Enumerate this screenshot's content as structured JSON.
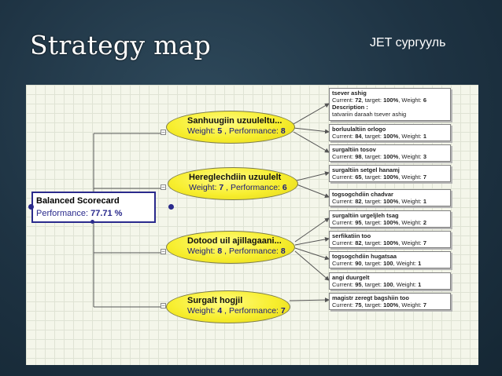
{
  "slide": {
    "title": "Strategy map",
    "subtitle": "JET сургууль"
  },
  "root": {
    "name": "Balanced Scorecard",
    "performance_label": "Performance:",
    "performance_value": "77.71 %"
  },
  "perspectives": [
    {
      "name": "Sanhuugiin uzuuleltu...",
      "weight_label": "Weight:",
      "weight": "5",
      "performance_label": ", Performance:",
      "performance": "8"
    },
    {
      "name": "Hereglechdiin uzuulelt",
      "weight_label": "Weight:",
      "weight": "7",
      "performance_label": ", Performance:",
      "performance": "6"
    },
    {
      "name": "Dotood uil ajillagaani...",
      "weight_label": "Weight:",
      "weight": "8",
      "performance_label": ", Performance:",
      "performance": "8"
    },
    {
      "name": "Surgalt hogjil",
      "weight_label": "Weight:",
      "weight": "4",
      "performance_label": ", Performance:",
      "performance": "7"
    }
  ],
  "kpis": [
    {
      "name": "tsever ashig",
      "current": "72",
      "target": "100%",
      "weight": "6",
      "desc_label": "Description :",
      "desc": "tatvariin daraah tsever ashig"
    },
    {
      "name": "borluulaltiin orlogo",
      "current": "84",
      "target": "100%",
      "weight": "1"
    },
    {
      "name": "surgaltiin tosov",
      "current": "98",
      "target": "100%",
      "weight": "3"
    },
    {
      "name": "surgaltiin setgel hanamj",
      "current": "65",
      "target": "100%",
      "weight": "7"
    },
    {
      "name": "togsogchdiin chadvar",
      "current": "82",
      "target": "100%",
      "weight": "1"
    },
    {
      "name": "surgaltiin urgeljleh tsag",
      "current": "95",
      "target": "100%",
      "weight": "2"
    },
    {
      "name": "serfikatiin too",
      "current": "82",
      "target": "100%",
      "weight": "7"
    },
    {
      "name": "togsogchdiin hugatsaa",
      "current": "90",
      "target": "100",
      "weight": "1"
    },
    {
      "name": "angi duurgelt",
      "current": "95",
      "target": "100",
      "weight": "1"
    },
    {
      "name": "magistr zeregt bagshiin too",
      "current": "75",
      "target": "100%",
      "weight": "7"
    }
  ],
  "kpi_labels": {
    "current": "Current:",
    "target": ", target:",
    "weight": ", Weight:"
  },
  "colors": {
    "ellipse_fill": "#f7ee2e",
    "root_border": "#2a2a8c",
    "connector": "#555555"
  }
}
